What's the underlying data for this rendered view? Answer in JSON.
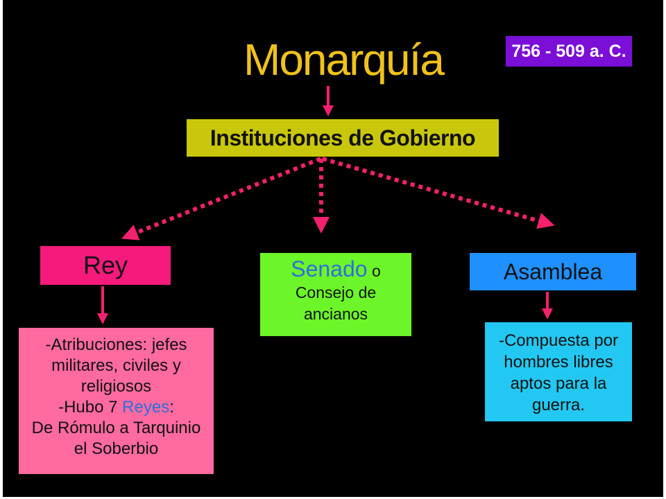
{
  "title": "Monarquía",
  "date_badge": "756 - 509 a. C.",
  "institutions": "Instituciones de Gobierno",
  "rey": {
    "label": "Rey",
    "desc_line1": "-Atribuciones: jefes",
    "desc_line2": "militares, civiles y",
    "desc_line3": "religiosos",
    "desc_line4_pre": "-Hubo 7 ",
    "desc_line4_hl": "Reyes",
    "desc_line4_post": ":",
    "desc_line5": "De Rómulo a Tarquinio",
    "desc_line6": "el Soberbio"
  },
  "senado": {
    "label_hl": "Senado",
    "label_rest": " o",
    "line2": "Consejo de",
    "line3": "ancianos"
  },
  "asamblea": {
    "label": "Asamblea",
    "desc_line1": "-Compuesta por",
    "desc_line2": "hombres libres",
    "desc_line3": "aptos para la",
    "desc_line4": "guerra."
  },
  "colors": {
    "title": "#f0c21a",
    "date_bg": "#7b0fd8",
    "institutions_bg": "#c9c70b",
    "rey_bg": "#f51a7c",
    "rey_desc_bg": "#ff6aa0",
    "senado_bg": "#6cf529",
    "asamblea_bg": "#1e90ff",
    "asamblea_desc_bg": "#22c8f2",
    "arrow": "#f5206e",
    "highlight_text": "#2d6fdc"
  }
}
